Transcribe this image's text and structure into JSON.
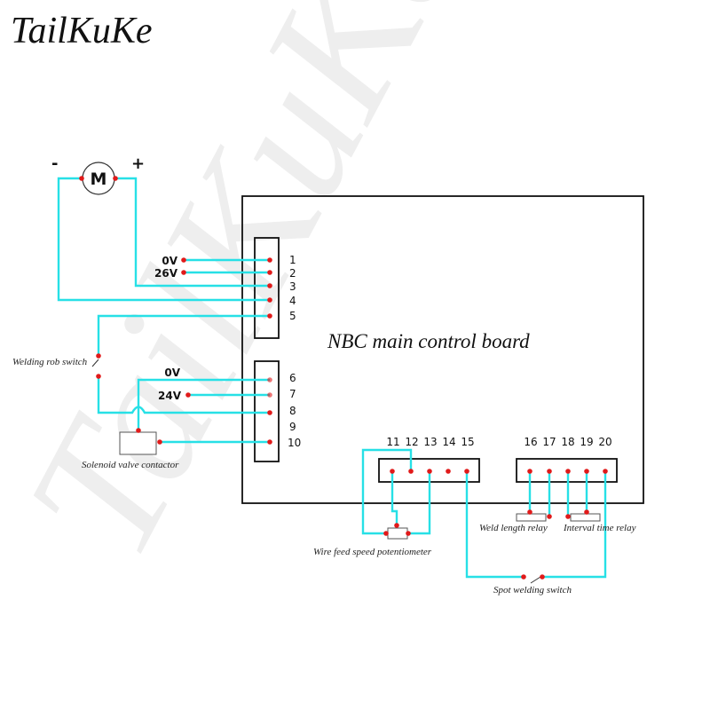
{
  "brand": "TailKuKe",
  "watermark": "TailKuKe",
  "colors": {
    "wire": "#27e0e6",
    "terminal": "#e11a1a",
    "outline": "#111111"
  },
  "motor": {
    "symbol": "M",
    "minus": "-",
    "plus": "+"
  },
  "board": {
    "title": "NBC main control board"
  },
  "connector_a": {
    "pins": [
      "1",
      "2",
      "3",
      "4",
      "5"
    ]
  },
  "connector_b": {
    "pins": [
      "6",
      "7",
      "8",
      "9",
      "10"
    ]
  },
  "connector_c": {
    "pins": [
      "11",
      "12",
      "13",
      "14",
      "15"
    ]
  },
  "connector_d": {
    "pins": [
      "16",
      "17",
      "18",
      "19",
      "20"
    ]
  },
  "supply_labels": {
    "pin1": "0V",
    "pin2": "26V",
    "pin6": "0V",
    "pin7": "24V"
  },
  "components": {
    "welding_rob_switch": "Welding rob switch",
    "solenoid_valve_contactor": "Solenoid valve contactor",
    "wire_feed_speed_potentiometer": "Wire feed speed potentiometer",
    "weld_length_relay": "Weld length relay",
    "interval_time_relay": "Interval time relay",
    "spot_welding_switch": "Spot welding switch"
  }
}
